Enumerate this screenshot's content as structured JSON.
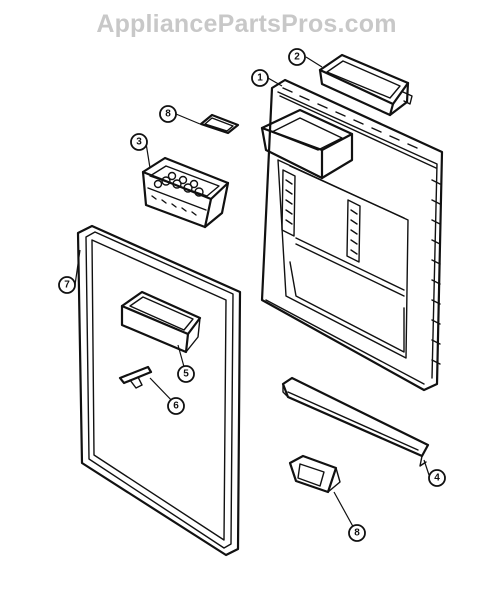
{
  "watermark": "AppliancePartsPros.com",
  "callouts": {
    "c1": "1",
    "c2": "2",
    "c3": "3",
    "c4": "4",
    "c5": "5",
    "c6": "6",
    "c7": "7",
    "c8a": "8",
    "c8b": "8"
  }
}
